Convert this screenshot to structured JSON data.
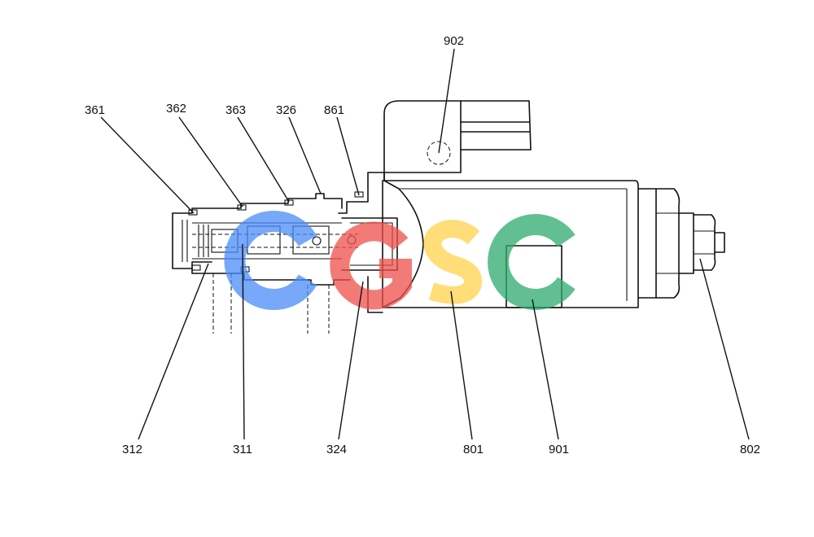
{
  "diagram": {
    "labels": {
      "p361": "361",
      "p362": "362",
      "p363": "363",
      "p326": "326",
      "p861": "861",
      "p902": "902",
      "p312": "312",
      "p311": "311",
      "p324": "324",
      "p801": "801",
      "p901": "901",
      "p802": "802"
    },
    "watermark": {
      "letters": [
        "C",
        "G",
        "S",
        "C"
      ],
      "colors": [
        "#4a8cf7",
        "#f0504a",
        "#ffd24d",
        "#2eaa6e"
      ]
    }
  }
}
